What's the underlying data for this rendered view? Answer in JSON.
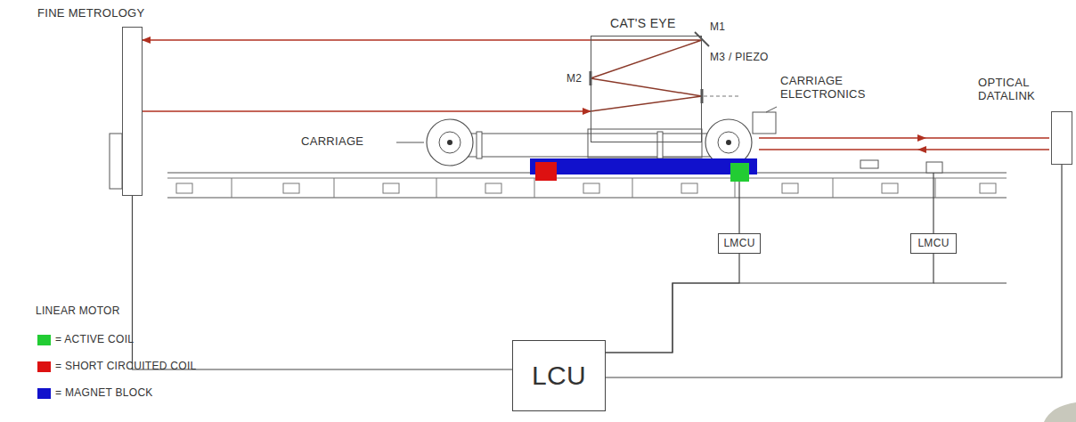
{
  "diagram": {
    "nodes": [
      {
        "text": [
          "FINE METROLOGY"
        ]
      },
      {
        "text": [
          "CAT'S EYE"
        ]
      },
      {
        "text": [
          "OPTICAL DATALINK"
        ]
      },
      {
        "text": [
          "LMCU"
        ]
      },
      {
        "text": [
          "LMCU"
        ]
      },
      {
        "text": [
          "LCU"
        ]
      }
    ],
    "edges": [
      {
        "from": 1,
        "to": 0,
        "arrow": "to"
      },
      {
        "from": 0,
        "to": 1,
        "arrow": "to"
      },
      {
        "from": 0,
        "to": 5,
        "arrow": "none"
      },
      {
        "from": 3,
        "to": 5,
        "arrow": "none"
      },
      {
        "from": 4,
        "to": 5,
        "arrow": "none"
      },
      {
        "from": 2,
        "to": 5,
        "arrow": "none"
      }
    ],
    "labels": [
      "M1",
      "M2",
      "M3 / PIEZO",
      "CARRIAGE ELECTRONICS",
      "CARRIAGE",
      "LINEAR MOTOR"
    ],
    "legend": [
      {
        "text": "= ACTIVE COIL",
        "color": "#22cc33"
      },
      {
        "text": "= SHORT CIRCUITED COIL",
        "color": "#dd1111"
      },
      {
        "text": "= MAGNET BLOCK",
        "color": "#1111cc"
      }
    ]
  }
}
